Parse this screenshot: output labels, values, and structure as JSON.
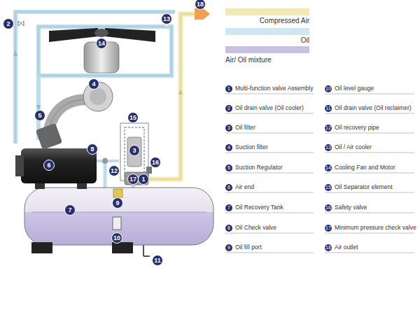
{
  "diagram": {
    "labels": [
      "18",
      "13",
      "2",
      "14",
      "4",
      "5",
      "15",
      "8",
      "3",
      "16",
      "6",
      "12",
      "17",
      "1",
      "9",
      "7",
      "10",
      "11",
      "1",
      "Multi-function valve Assembly",
      "10",
      "Oil level gauge",
      "2",
      "Oil drain valve (Oil cooler)",
      "11",
      "Oil drain valve (Oil reclaimer)",
      "3",
      "Oil filter",
      "12",
      "Oil recovery pipe",
      "4",
      "Suction filter",
      "13",
      "Oil / Air cooler",
      "5",
      "Suction Regulator",
      "14",
      "Cooling Fan and Motor",
      "6",
      "Air end",
      "15",
      "Oil Separator element",
      "7",
      "Oil Recovery Tank",
      "16",
      "Safety valve",
      "8",
      "Oil Check valve",
      "17",
      "Minimum pressure check valve",
      "9",
      "Oil fill port",
      "18",
      "Air outlet"
    ],
    "legend": [
      {
        "text": "Compressed Air",
        "color": "#f3e9b4"
      },
      {
        "text": "Oil",
        "color": "#cfe6f3"
      },
      {
        "text": "Air/ Oil mixture",
        "color": "#c9c1e3"
      }
    ]
  }
}
